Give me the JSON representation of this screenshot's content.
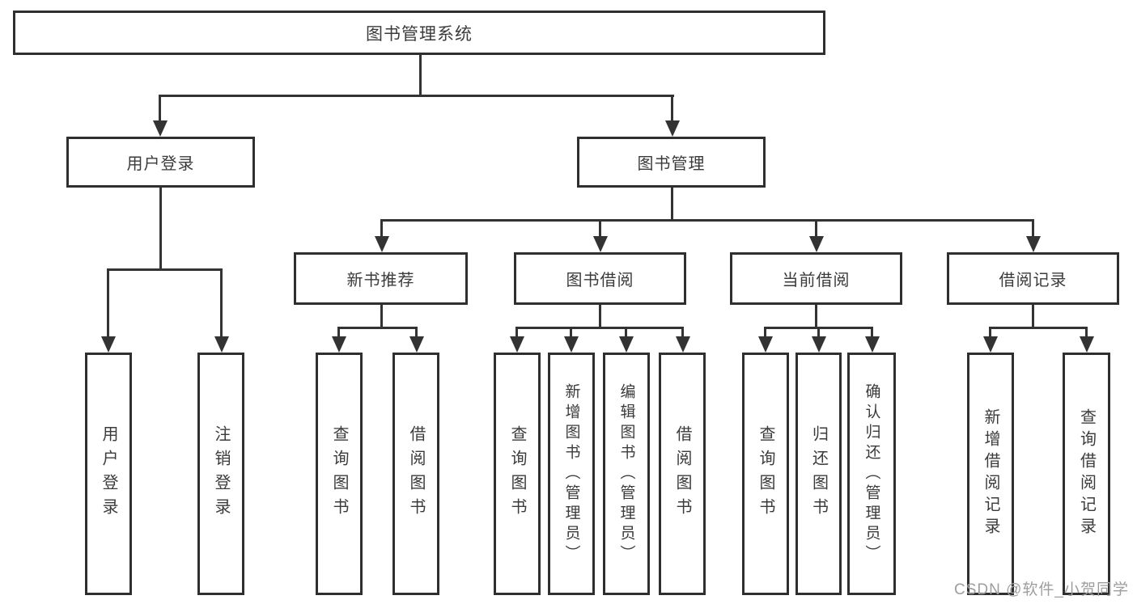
{
  "diagram": {
    "type": "hierarchy-tree",
    "title": "图书管理系统",
    "colors": {
      "line": "#333333",
      "box_border": "#2f2f2f",
      "text": "#3b3b3b",
      "background": "#ffffff",
      "watermark": "#9e9e9e"
    },
    "labels": {
      "root": "图书管理系统",
      "user_login": "用户登录",
      "book_mgmt": "图书管理",
      "new_book_rec": "新书推荐",
      "book_borrow": "图书借阅",
      "current_borrow": "当前借阅",
      "borrow_record": "借阅记录",
      "leaf_user_login": "用户登录",
      "leaf_logout": "注销登录",
      "leaf_query_book_1": "查询图书",
      "leaf_borrow_book_1": "借阅图书",
      "leaf_query_book_2": "查询图书",
      "leaf_add_book_admin": "新增图书（管理员）",
      "leaf_edit_book_admin": "编辑图书（管理员）",
      "leaf_borrow_book_2": "借阅图书",
      "leaf_query_book_3": "查询图书",
      "leaf_return_book": "归还图书",
      "leaf_confirm_return_admin": "确认归还（管理员）",
      "leaf_add_borrow_record": "新增借阅记录",
      "leaf_query_borrow_record": "查询借阅记录"
    },
    "hierarchy": {
      "图书管理系统": {
        "用户登录": [
          "用户登录",
          "注销登录"
        ],
        "图书管理": {
          "新书推荐": [
            "查询图书",
            "借阅图书"
          ],
          "图书借阅": [
            "查询图书",
            "新增图书（管理员）",
            "编辑图书（管理员）",
            "借阅图书"
          ],
          "当前借阅": [
            "查询图书",
            "归还图书",
            "确认归还（管理员）"
          ],
          "借阅记录": [
            "新增借阅记录",
            "查询借阅记录"
          ]
        }
      }
    },
    "watermark": "CSDN @软件_小贺同学"
  }
}
